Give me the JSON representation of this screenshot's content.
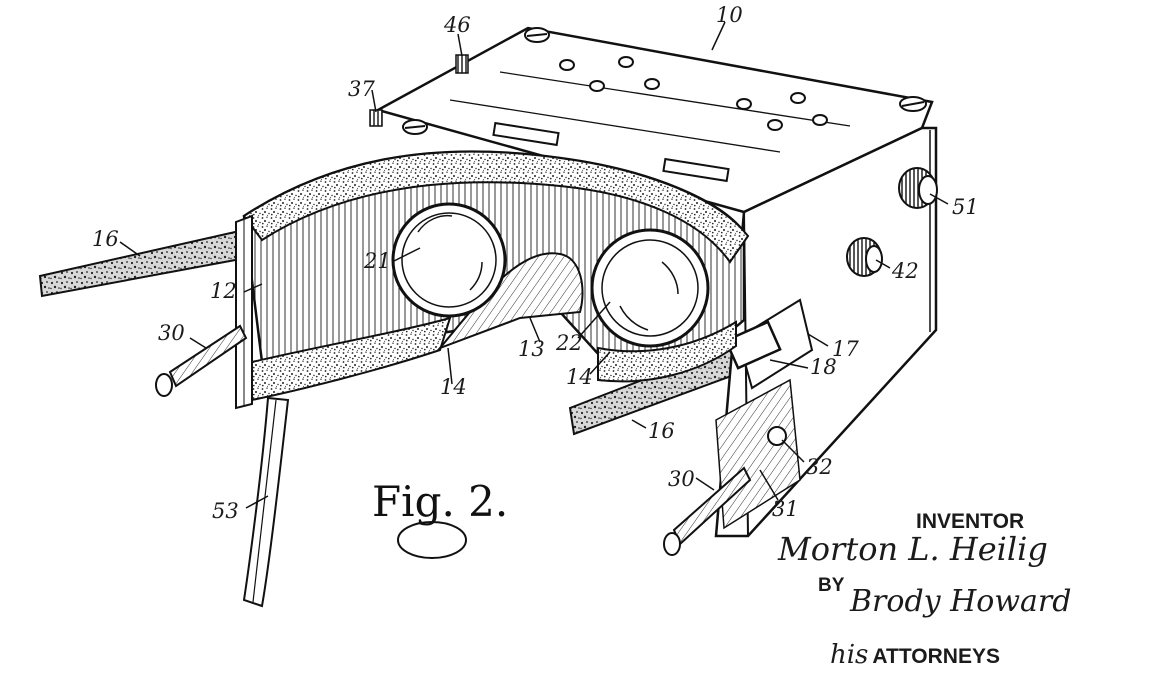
{
  "labels": {
    "n10": "10",
    "n46": "46",
    "n37": "37",
    "n16a": "16",
    "n12": "12",
    "n21": "21",
    "n51": "51",
    "n42": "42",
    "n30a": "30",
    "n13": "13",
    "n22": "22",
    "n14a": "14",
    "n14b": "14",
    "n17": "17",
    "n18": "18",
    "n16b": "16",
    "n32": "32",
    "n30b": "30",
    "n31": "31",
    "n53": "53"
  },
  "figure_label": "Fig. 2.",
  "inventor_label": "INVENTOR",
  "inventor_name": "Morton L. Heilig",
  "by_label": "BY",
  "attorney_signature": "Brody Howard",
  "attorneys_prefix": "his",
  "attorneys_label": "ATTORNEYS"
}
